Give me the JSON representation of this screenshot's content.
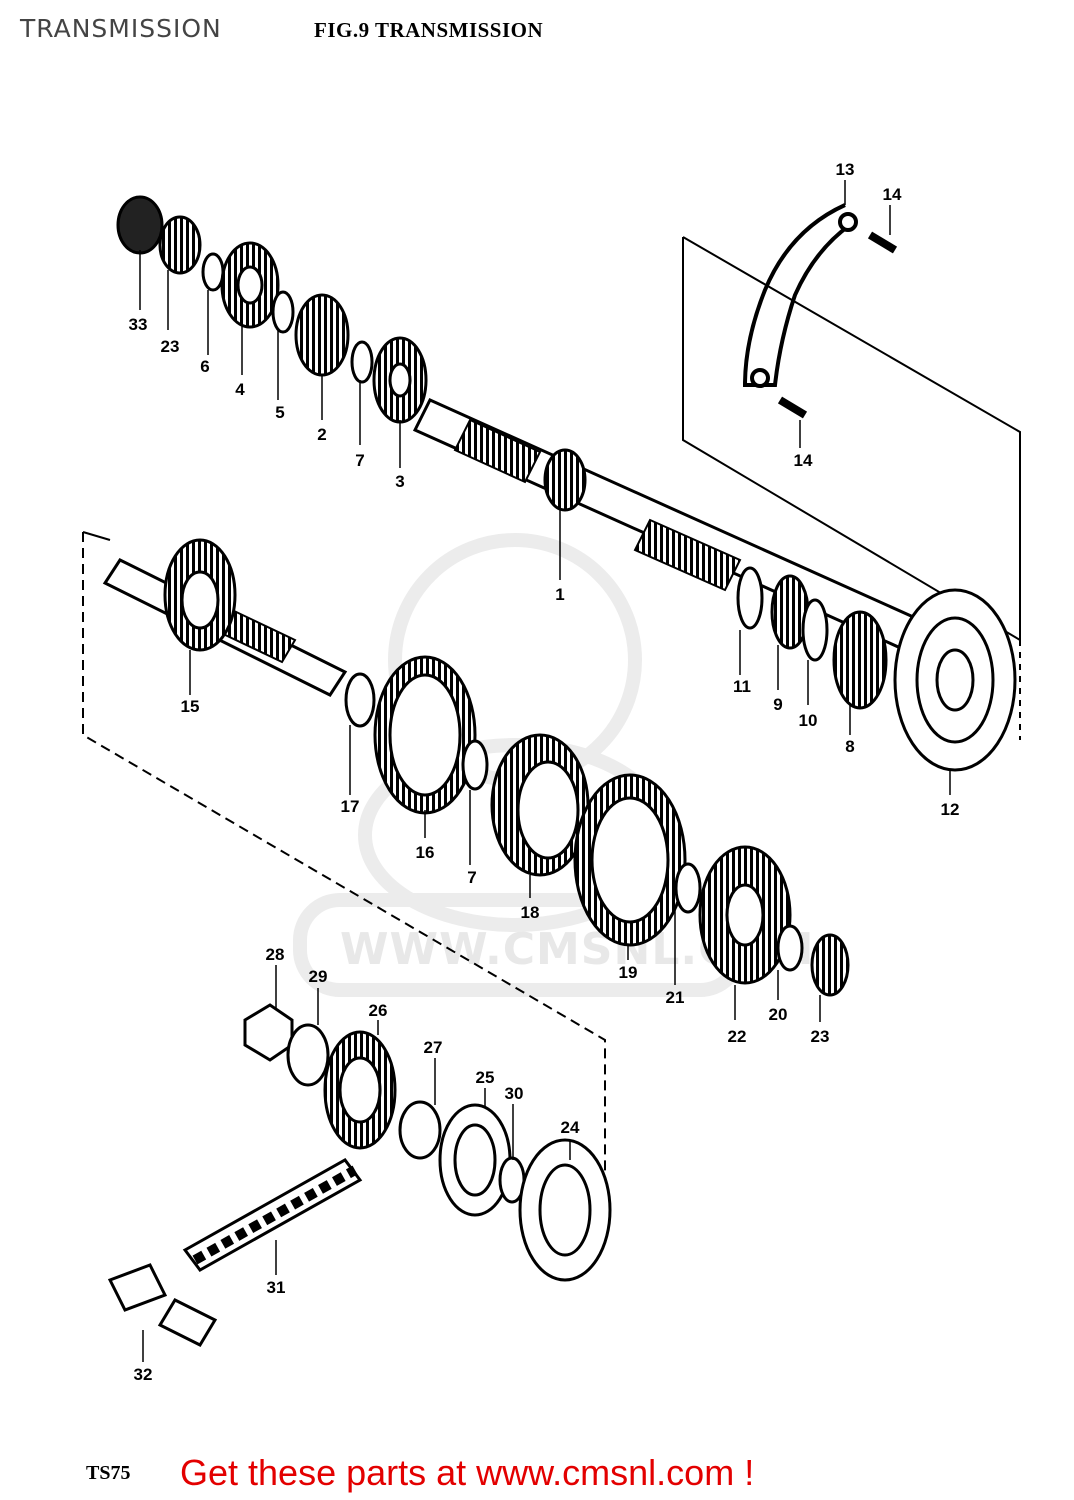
{
  "header": {
    "title": "TRANSMISSION",
    "figure_caption": "FIG.9  TRANSMISSION"
  },
  "watermark": {
    "text": "WWW.CMSNL.COM"
  },
  "footer": {
    "model": "TS75",
    "cta_text": "Get these parts at www.cmsnl.com !"
  },
  "parts": [
    {
      "id": "p1",
      "ref": "1"
    },
    {
      "id": "p2",
      "ref": "2"
    },
    {
      "id": "p3",
      "ref": "3"
    },
    {
      "id": "p4",
      "ref": "4"
    },
    {
      "id": "p5",
      "ref": "5"
    },
    {
      "id": "p6",
      "ref": "6"
    },
    {
      "id": "p7a",
      "ref": "7"
    },
    {
      "id": "p7b",
      "ref": "7"
    },
    {
      "id": "p8",
      "ref": "8"
    },
    {
      "id": "p9",
      "ref": "9"
    },
    {
      "id": "p10",
      "ref": "10"
    },
    {
      "id": "p11",
      "ref": "11"
    },
    {
      "id": "p12",
      "ref": "12"
    },
    {
      "id": "p13",
      "ref": "13"
    },
    {
      "id": "p14a",
      "ref": "14"
    },
    {
      "id": "p14b",
      "ref": "14"
    },
    {
      "id": "p15",
      "ref": "15"
    },
    {
      "id": "p16",
      "ref": "16"
    },
    {
      "id": "p17",
      "ref": "17"
    },
    {
      "id": "p18",
      "ref": "18"
    },
    {
      "id": "p19",
      "ref": "19"
    },
    {
      "id": "p20",
      "ref": "20"
    },
    {
      "id": "p21",
      "ref": "21"
    },
    {
      "id": "p22",
      "ref": "22"
    },
    {
      "id": "p23a",
      "ref": "23"
    },
    {
      "id": "p23b",
      "ref": "23"
    },
    {
      "id": "p24",
      "ref": "24"
    },
    {
      "id": "p25",
      "ref": "25"
    },
    {
      "id": "p26",
      "ref": "26"
    },
    {
      "id": "p27",
      "ref": "27"
    },
    {
      "id": "p28",
      "ref": "28"
    },
    {
      "id": "p29",
      "ref": "29"
    },
    {
      "id": "p30",
      "ref": "30"
    },
    {
      "id": "p31",
      "ref": "31"
    },
    {
      "id": "p32",
      "ref": "32"
    },
    {
      "id": "p33",
      "ref": "33"
    }
  ],
  "colors": {
    "line": "#000000",
    "cta": "#e30000",
    "watermark": "#e8e8e8"
  }
}
